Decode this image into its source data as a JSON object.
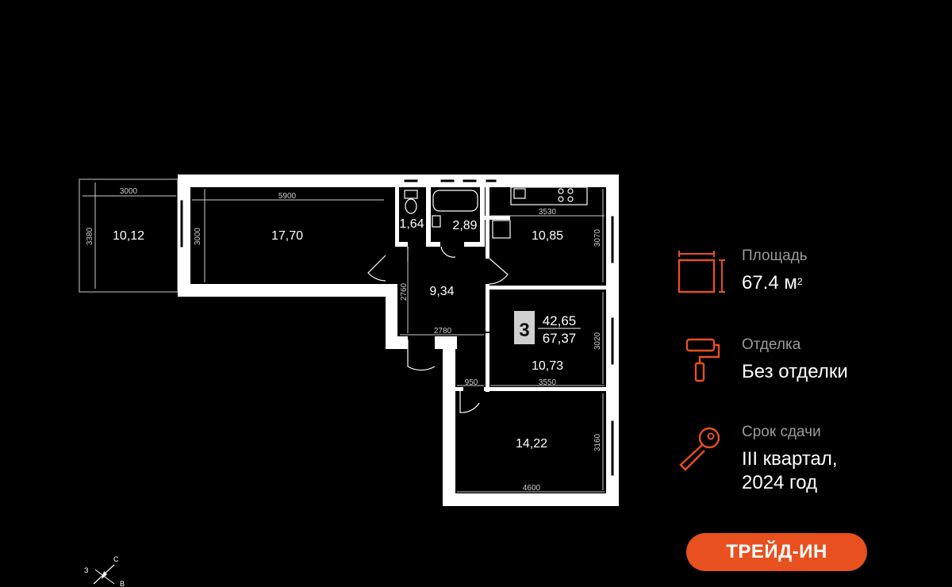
{
  "rooms": [
    {
      "id": "balcony",
      "area": "10,12"
    },
    {
      "id": "living",
      "area": "17,70"
    },
    {
      "id": "wc",
      "area": "1,64"
    },
    {
      "id": "bath",
      "area": "2,89"
    },
    {
      "id": "kitchen",
      "area": "10,85"
    },
    {
      "id": "hall",
      "area": "9,34"
    },
    {
      "id": "bedroom1",
      "area": "10,73"
    },
    {
      "id": "bedroom2",
      "area": "14,22"
    }
  ],
  "dimensions": {
    "balcony_w": "3000",
    "balcony_h": "3380",
    "living_w": "5900",
    "living_h": "3000",
    "kitchen_w": "3530",
    "kitchen_h": "3070",
    "hall_w": "2780",
    "hall_h": "2760",
    "bedroom1_w": "3550",
    "bedroom1_h": "3020",
    "door_950": "950",
    "bedroom2_w": "4600",
    "bedroom2_h": "3160"
  },
  "summary_badge": {
    "rooms": "3",
    "living_area": "42,65",
    "total_area": "67,37"
  },
  "compass": {
    "n": "С",
    "w": "З",
    "e": "В"
  },
  "info": {
    "area_label": "Площадь",
    "area_value": "67.4 м",
    "area_unit_sup": "2",
    "finish_label": "Отделка",
    "finish_value": "Без отделки",
    "deadline_label": "Срок сдачи",
    "deadline_line1": "III квартал,",
    "deadline_line2": "2024 год"
  },
  "button": {
    "label": "ТРЕЙД-ИН"
  },
  "colors": {
    "accent": "#e8501f",
    "wall": "#ffffff",
    "background": "#000000"
  },
  "icons": [
    "area-icon",
    "paint-roller-icon",
    "key-icon",
    "compass-icon"
  ]
}
